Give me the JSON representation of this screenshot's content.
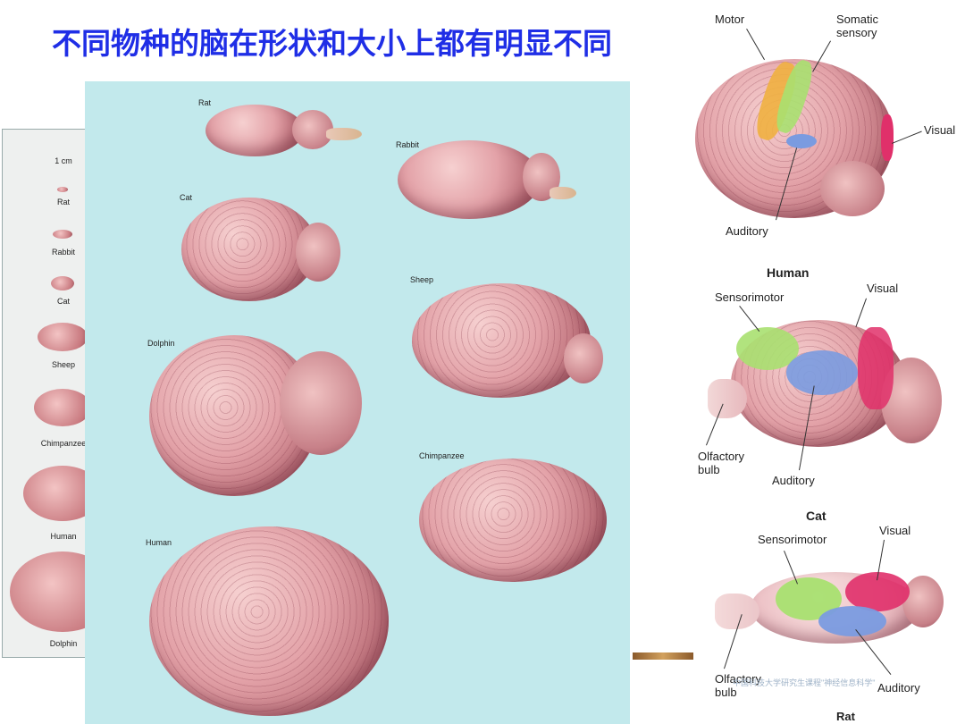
{
  "title": "不同物种的脑在形状和大小上都有明显不同",
  "scale_strip": {
    "scale_label": "1 cm",
    "species": [
      "Rat",
      "Rabbit",
      "Cat",
      "Sheep",
      "Chimpanzee",
      "Human",
      "Dolphin"
    ]
  },
  "panel_labels": {
    "rat": "Rat",
    "rabbit": "Rabbit",
    "cat": "Cat",
    "sheep": "Sheep",
    "dolphin": "Dolphin",
    "chimpanzee": "Chimpanzee",
    "human": "Human"
  },
  "human_diagram": {
    "motor": "Motor",
    "somatic": "Somatic\nsensory",
    "visual": "Visual",
    "auditory": "Auditory",
    "caption": "Human"
  },
  "cat_diagram": {
    "sensorimotor": "Sensorimotor",
    "visual": "Visual",
    "olfactory": "Olfactory\nbulb",
    "auditory": "Auditory",
    "caption": "Cat"
  },
  "rat_diagram": {
    "sensorimotor": "Sensorimotor",
    "visual": "Visual",
    "olfactory": "Olfactory\nbulb",
    "auditory": "Auditory",
    "caption": "Rat"
  },
  "footer": "中国科技大学研究生课程\"神经信息科学\"",
  "colors": {
    "title": "#1f2ee6",
    "panel_bg": "#c2e9ec",
    "motor": "#f0b040",
    "somatic": "#a8e070",
    "visual": "#e0306a",
    "auditory": "#7a9be0",
    "sensorimotor": "#a8e070"
  }
}
